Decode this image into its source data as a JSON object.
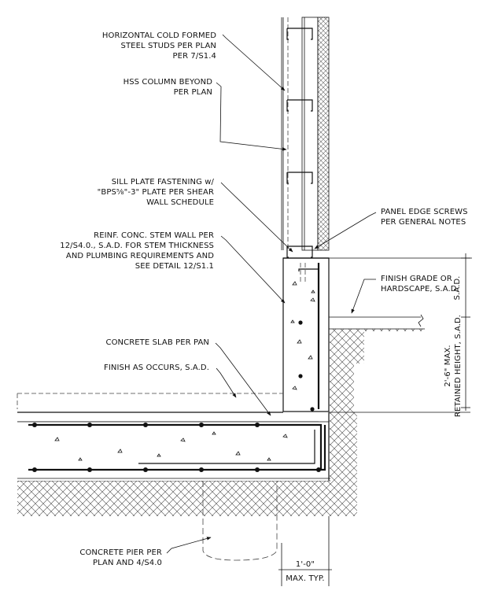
{
  "callouts": {
    "studs": [
      "HORIZONTAL COLD FORMED",
      "STEEL STUDS PER PLAN",
      "PER 7/S1.4"
    ],
    "hss": [
      "HSS COLUMN BEYOND",
      "PER PLAN"
    ],
    "sill": [
      "SILL PLATE FASTENING w/",
      "\"BPS⅝\"-3\" PLATE PER SHEAR",
      "WALL SCHEDULE"
    ],
    "panel": [
      "PANEL EDGE SCREWS",
      "PER GENERAL NOTES"
    ],
    "stem": [
      "REINF. CONC. STEM WALL PER",
      "12/S4.0., S.A.D. FOR STEM THICKNESS",
      "AND PLUMBING REQUIREMENTS AND",
      "SEE DETAIL 12/S1.1"
    ],
    "grade": [
      "FINISH GRADE OR",
      "HARDSCAPE, S.A.D."
    ],
    "slab": "CONCRETE SLAB PER PAN",
    "finish": "FINISH AS OCCURS, S.A.D.",
    "pier": [
      "CONCRETE PIER PER",
      "PLAN AND 4/S4.0"
    ]
  },
  "dimensions": {
    "sad": "S.A.D.",
    "retained": [
      "2'-6\" MAX.",
      "RETAINED HEIGHT, S.A.D."
    ],
    "width": "1'-0\"",
    "width_note": "MAX. TYP."
  }
}
